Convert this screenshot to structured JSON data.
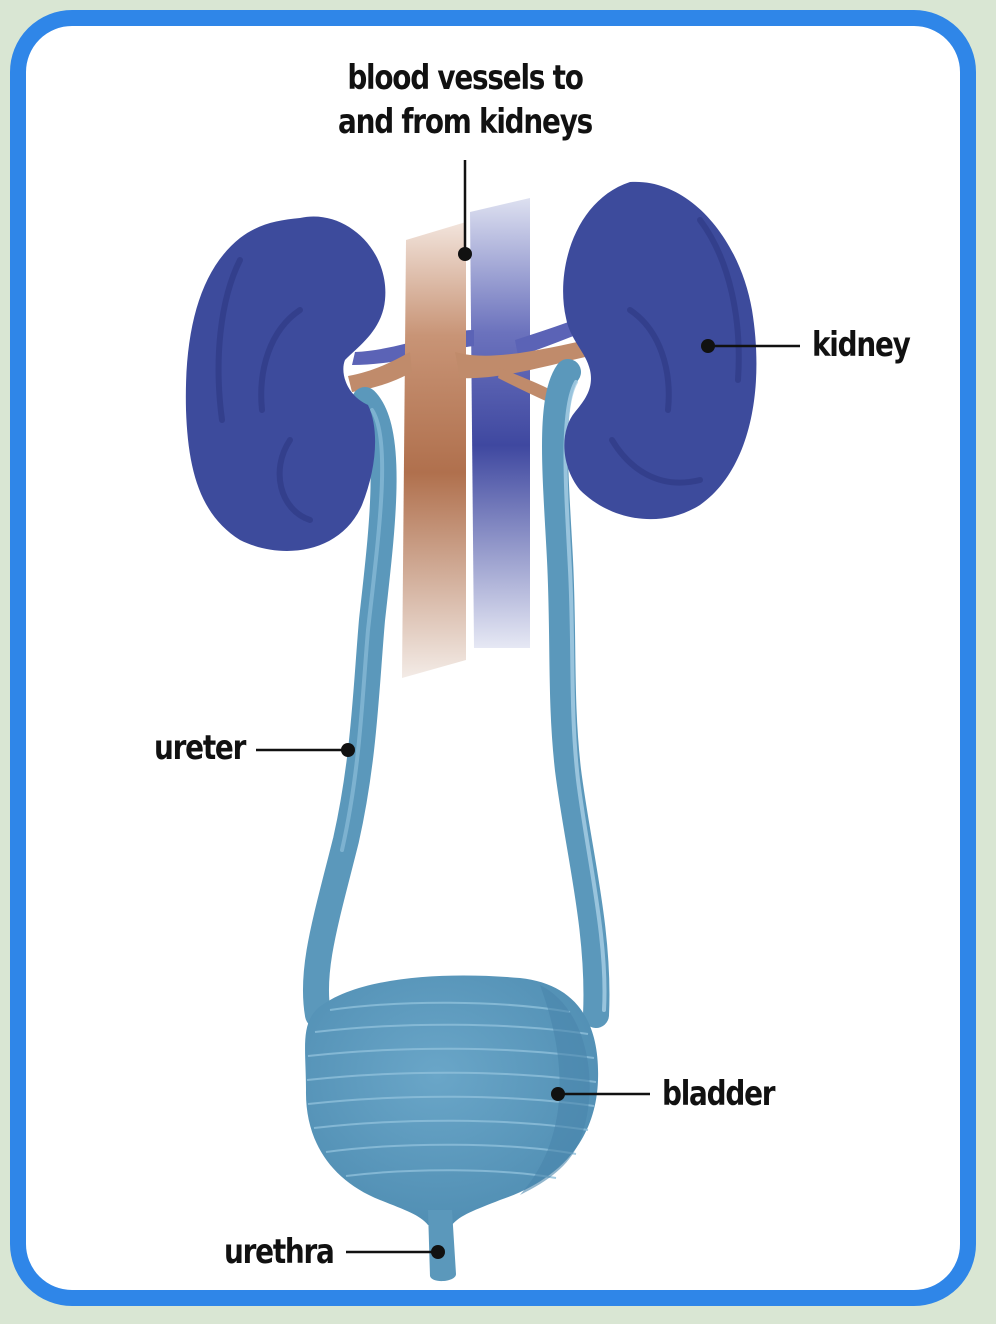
{
  "labels": {
    "blood_vessels_line1": "blood vessels to",
    "blood_vessels_line2": "and from kidneys",
    "kidney": "kidney",
    "ureter": "ureter",
    "bladder": "bladder",
    "urethra": "urethra"
  },
  "colors": {
    "frame_border": "#2f86e8",
    "kidney": "#3d4b9c",
    "ureter_bladder": "#5b98bb",
    "artery": "#b57a5a",
    "vein": "#4a53a8",
    "background": "#d9e6d3"
  }
}
